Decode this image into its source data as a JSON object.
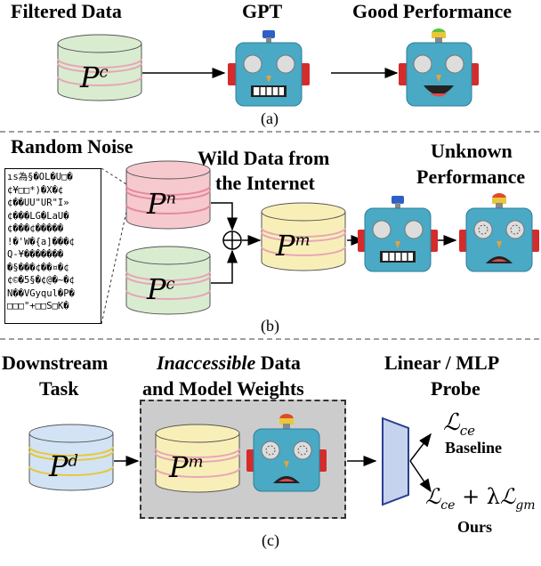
{
  "panel_a": {
    "label_filtered": "Filtered Data",
    "label_gpt": "GPT",
    "label_good": "Good Performance",
    "db_symbol": "P",
    "db_sup": "c",
    "caption": "(a)"
  },
  "panel_b": {
    "label_noise": "Random Noise",
    "noise_lines": [
      "ıs為§�OL�U□�",
      "¢¥□□*)�X�¢",
      "¢��UU\"UR\"I»",
      "¢���LG�LaU�",
      "¢���¢�����",
      "!�'W�{a]���¢",
      "Q-¥�������",
      "�§���¢��¤�¢",
      "¢©�5§�¢@�~�¢",
      "N��VGyqul�P�",
      "□□□\"+□□S□K�"
    ],
    "db_noise_symbol": "P",
    "db_noise_sup": "n",
    "db_clean_symbol": "P",
    "db_clean_sup": "c",
    "label_wild_1": "Wild Data from",
    "label_wild_2": "the Internet",
    "db_mixed_symbol": "P",
    "db_mixed_sup": "m",
    "label_unknown_1": "Unknown",
    "label_unknown_2": "Performance",
    "plus_symbol": "+",
    "caption": "(b)"
  },
  "panel_c": {
    "label_down_1": "Downstream",
    "label_down_2": "Task",
    "label_inacc_italic": "Inaccessible",
    "label_inacc_rest": " Data",
    "label_inacc_2": "and Model Weights",
    "label_probe_1": "Linear / MLP",
    "label_probe_2": "Probe",
    "db_down_symbol": "P",
    "db_down_sup": "d",
    "db_mixed_symbol": "P",
    "db_mixed_sup": "m",
    "loss_baseline": "ℒ",
    "loss_baseline_sub": "ce",
    "label_baseline": "Baseline",
    "loss_ours_a": "ℒ",
    "loss_ours_a_sub": "ce",
    "loss_ours_plus": " + λ",
    "loss_ours_b": "ℒ",
    "loss_ours_b_sub": "gm",
    "label_ours": "Ours",
    "caption": "(c)"
  },
  "colors": {
    "db_green": "#d9ecd0",
    "db_pink": "#f6c9cf",
    "db_yellow": "#f8efb8",
    "db_blue": "#d2e3f5",
    "robot_teal": "#4aa9c4",
    "robot_ear": "#d62b2b",
    "probe_blue": "#c5d3ee",
    "probe_edge": "#2b3f8f"
  }
}
